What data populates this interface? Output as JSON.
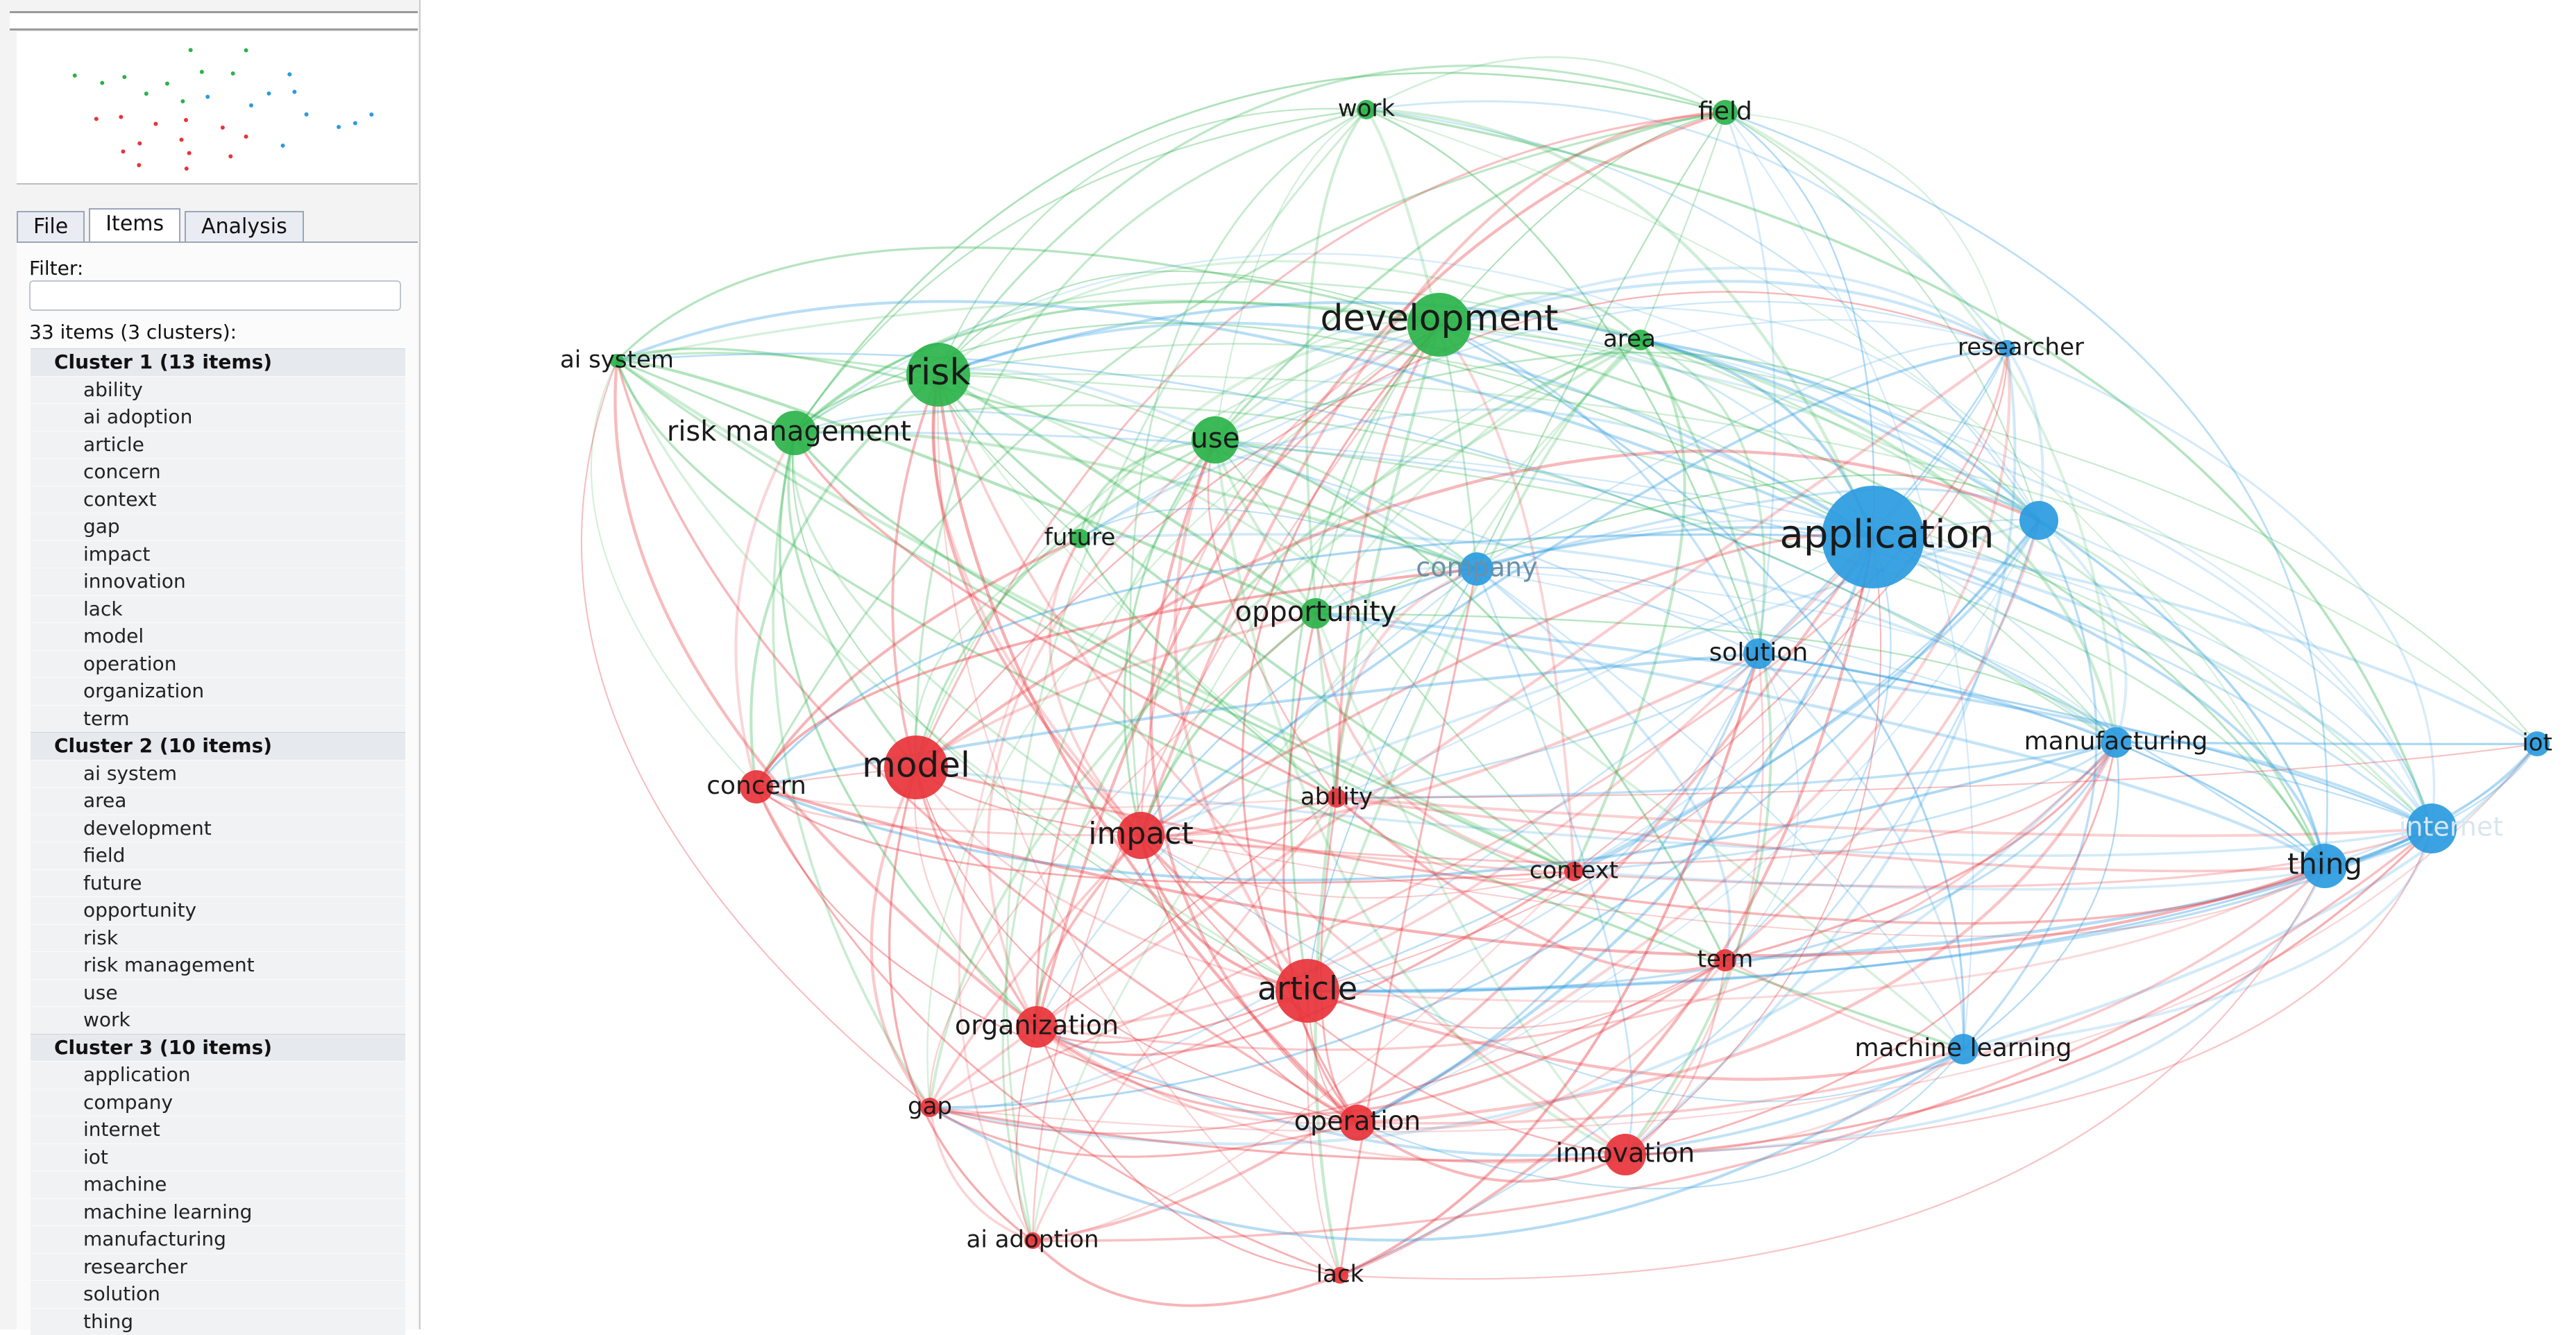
{
  "sidebar": {
    "tabs": [
      {
        "label": "File",
        "active": false
      },
      {
        "label": "Items",
        "active": true
      },
      {
        "label": "Analysis",
        "active": false
      }
    ],
    "filter_label": "Filter:",
    "filter_value": "",
    "summary": "33 items (3 clusters):",
    "clusters": [
      {
        "header": "Cluster 1 (13 items)",
        "items": [
          "ability",
          "ai adoption",
          "article",
          "concern",
          "context",
          "gap",
          "impact",
          "innovation",
          "lack",
          "model",
          "operation",
          "organization",
          "term"
        ]
      },
      {
        "header": "Cluster 2 (10 items)",
        "items": [
          "ai system",
          "area",
          "development",
          "field",
          "future",
          "opportunity",
          "risk",
          "risk management",
          "use",
          "work"
        ]
      },
      {
        "header": "Cluster 3 (10 items)",
        "items": [
          "application",
          "company",
          "internet",
          "iot",
          "machine",
          "machine learning",
          "manufacturing",
          "researcher",
          "solution",
          "thing"
        ]
      }
    ]
  },
  "colors": {
    "cluster1": "#e8333a",
    "cluster2": "#2bb34a",
    "cluster3": "#2b9be0"
  },
  "network": {
    "nodes": [
      {
        "label": "work",
        "cluster": 2
      },
      {
        "label": "field",
        "cluster": 2
      },
      {
        "label": "development",
        "cluster": 2
      },
      {
        "label": "area",
        "cluster": 2
      },
      {
        "label": "ai system",
        "cluster": 2
      },
      {
        "label": "risk",
        "cluster": 2
      },
      {
        "label": "risk management",
        "cluster": 2
      },
      {
        "label": "use",
        "cluster": 2
      },
      {
        "label": "future",
        "cluster": 2
      },
      {
        "label": "opportunity",
        "cluster": 2
      },
      {
        "label": "researcher",
        "cluster": 3
      },
      {
        "label": "application",
        "cluster": 3
      },
      {
        "label": "machine",
        "cluster": 3
      },
      {
        "label": "company",
        "cluster": 3
      },
      {
        "label": "solution",
        "cluster": 3
      },
      {
        "label": "manufacturing",
        "cluster": 3
      },
      {
        "label": "iot",
        "cluster": 3
      },
      {
        "label": "internet",
        "cluster": 3
      },
      {
        "label": "thing",
        "cluster": 3
      },
      {
        "label": "machine learning",
        "cluster": 3
      },
      {
        "label": "concern",
        "cluster": 1
      },
      {
        "label": "model",
        "cluster": 1
      },
      {
        "label": "impact",
        "cluster": 1
      },
      {
        "label": "ability",
        "cluster": 1
      },
      {
        "label": "context",
        "cluster": 1
      },
      {
        "label": "term",
        "cluster": 1
      },
      {
        "label": "article",
        "cluster": 1
      },
      {
        "label": "organization",
        "cluster": 1
      },
      {
        "label": "gap",
        "cluster": 1
      },
      {
        "label": "operation",
        "cluster": 1
      },
      {
        "label": "innovation",
        "cluster": 1
      },
      {
        "label": "ai adoption",
        "cluster": 1
      },
      {
        "label": "lack",
        "cluster": 1
      }
    ]
  }
}
